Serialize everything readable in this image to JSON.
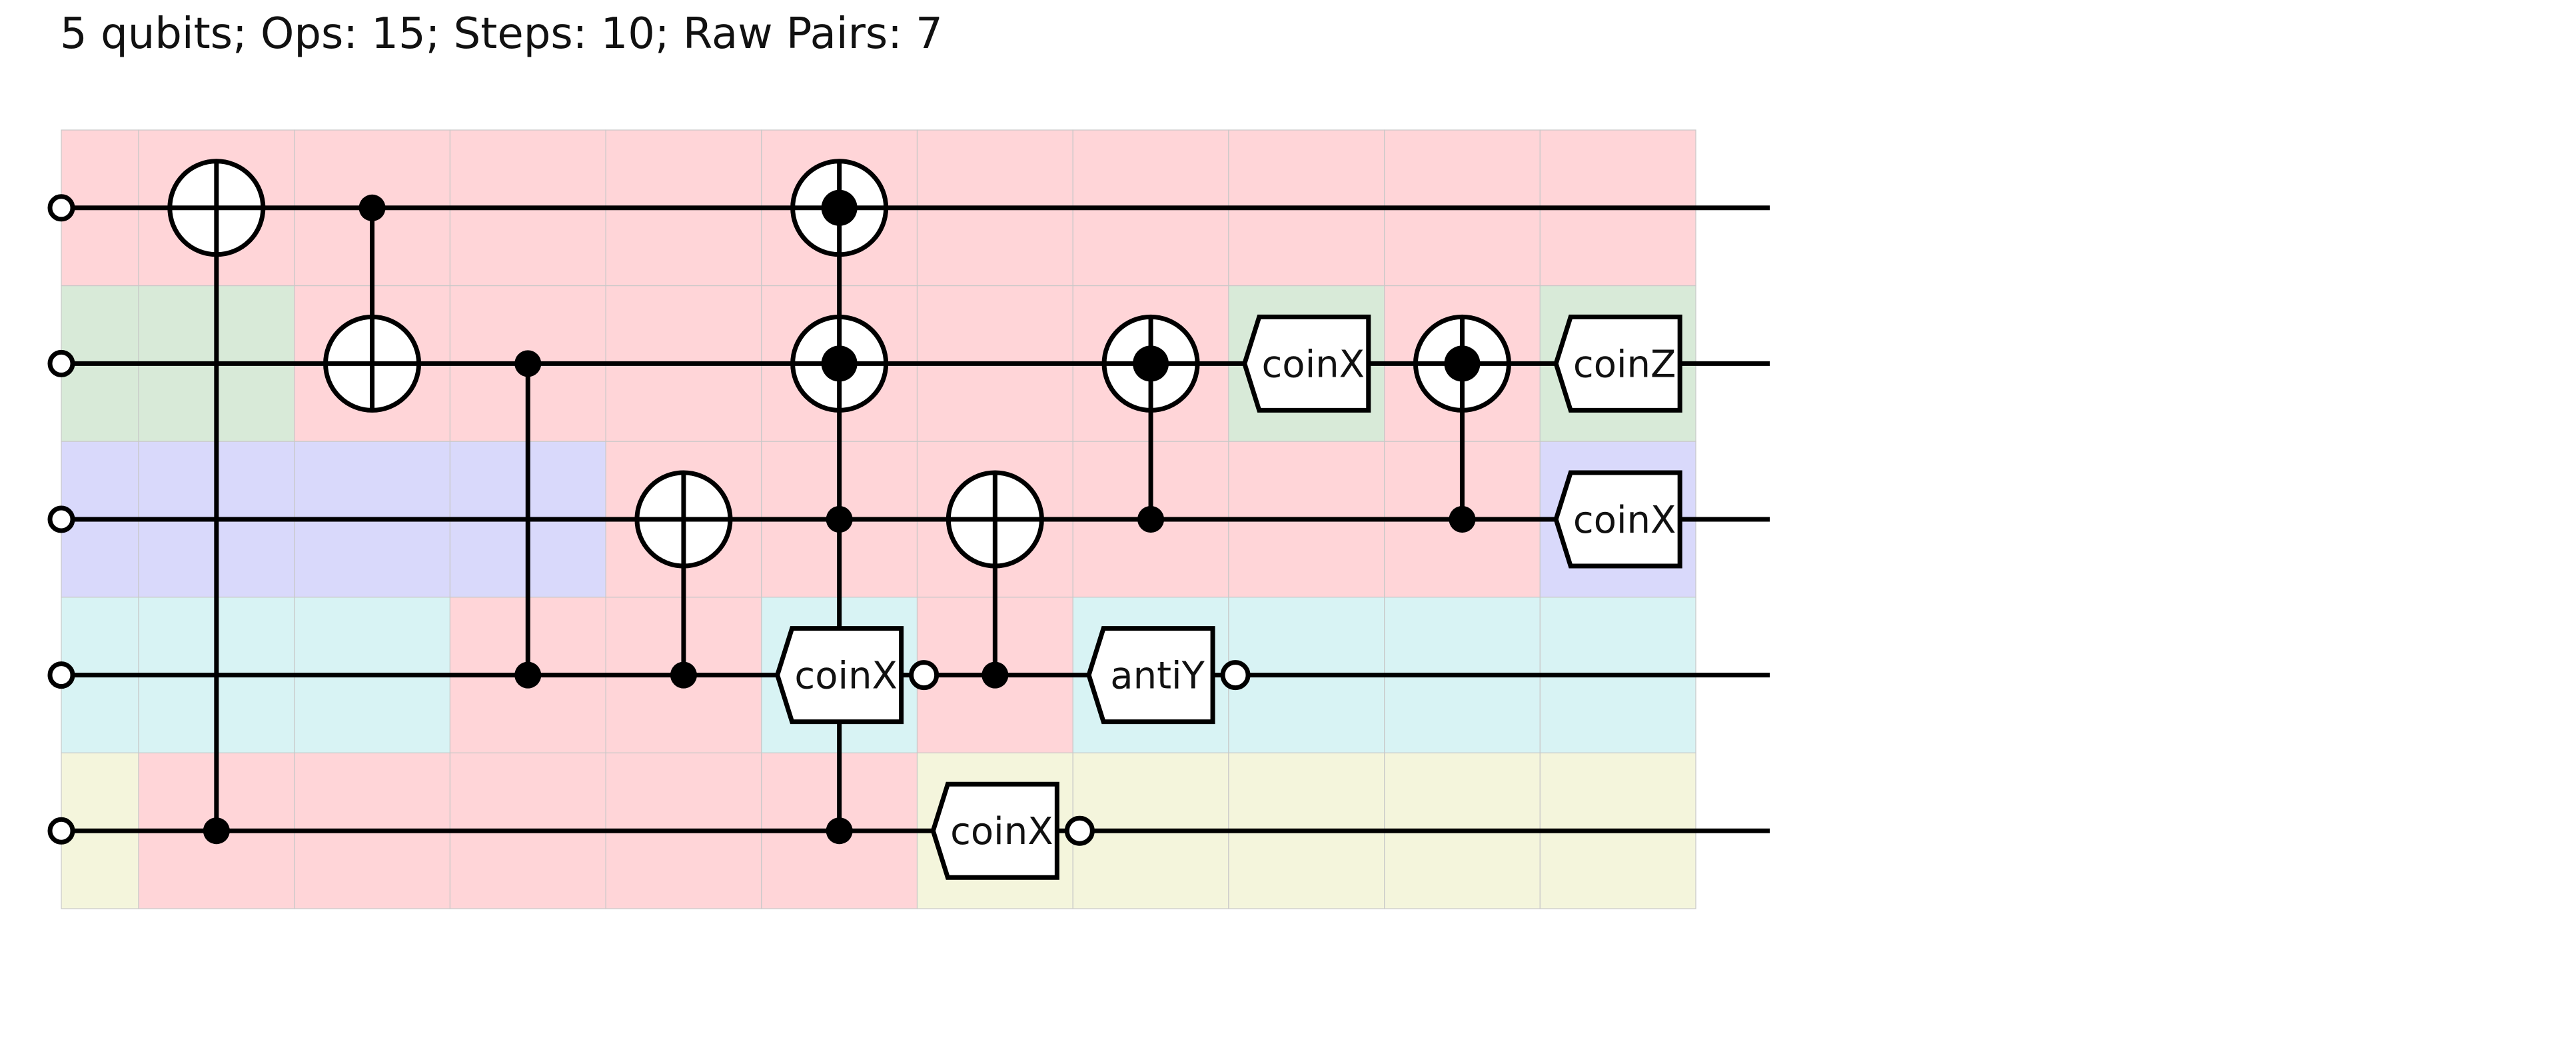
{
  "header": {
    "title": "5 qubits; Ops: 15; Steps: 10; Raw Pairs: 7"
  },
  "colors": {
    "red": "#ffd5d8",
    "green": "#d8ead8",
    "blue": "#d9d9fb",
    "cyan": "#d8f3f4",
    "yellow": "#f4f5dc",
    "grid": "#c8c8c8",
    "wire": "#000000"
  },
  "circuit": {
    "qubits": 5,
    "columns": 11,
    "backgrounds": [
      [
        "red",
        "red",
        "red",
        "red",
        "red",
        "red",
        "red",
        "red",
        "red",
        "red",
        "red"
      ],
      [
        "green",
        "green",
        "red",
        "red",
        "red",
        "red",
        "red",
        "red",
        "green",
        "red",
        "green"
      ],
      [
        "blue",
        "blue",
        "blue",
        "blue",
        "red",
        "red",
        "red",
        "red",
        "red",
        "red",
        "blue"
      ],
      [
        "cyan",
        "cyan",
        "cyan",
        "red",
        "red",
        "cyan",
        "red",
        "cyan",
        "cyan",
        "cyan",
        "cyan"
      ],
      [
        "yellow",
        "red",
        "red",
        "red",
        "red",
        "red",
        "yellow",
        "yellow",
        "yellow",
        "yellow",
        "yellow"
      ]
    ],
    "ops": [
      {
        "col": 1,
        "items": [
          {
            "q": 0,
            "t": "plus"
          },
          {
            "q": 4,
            "t": "dot"
          }
        ]
      },
      {
        "col": 2,
        "items": [
          {
            "q": 0,
            "t": "dot"
          },
          {
            "q": 1,
            "t": "plus"
          }
        ]
      },
      {
        "col": 3,
        "items": [
          {
            "q": 1,
            "t": "dot"
          },
          {
            "q": 3,
            "t": "dot"
          }
        ]
      },
      {
        "col": 4,
        "items": [
          {
            "q": 2,
            "t": "plus"
          },
          {
            "q": 3,
            "t": "dot"
          }
        ]
      },
      {
        "col": 5,
        "items": [
          {
            "q": 0,
            "t": "plusdot"
          },
          {
            "q": 1,
            "t": "plusdot"
          },
          {
            "q": 2,
            "t": "dot"
          },
          {
            "q": 3,
            "t": "box",
            "label": "coinX",
            "open": true
          },
          {
            "q": 4,
            "t": "dot"
          }
        ]
      },
      {
        "col": 6,
        "items": [
          {
            "q": 2,
            "t": "plus"
          },
          {
            "q": 3,
            "t": "dot"
          }
        ]
      },
      {
        "col": 6,
        "items": [
          {
            "q": 4,
            "t": "box",
            "label": "coinX",
            "open": true
          }
        ]
      },
      {
        "col": 7,
        "items": [
          {
            "q": 3,
            "t": "box",
            "label": "antiY",
            "open": true
          }
        ]
      },
      {
        "col": 7,
        "items": [
          {
            "q": 1,
            "t": "plusdot"
          },
          {
            "q": 2,
            "t": "dot"
          }
        ]
      },
      {
        "col": 8,
        "items": [
          {
            "q": 1,
            "t": "box",
            "label": "coinX",
            "open": false
          }
        ]
      },
      {
        "col": 9,
        "items": [
          {
            "q": 1,
            "t": "plusdot"
          },
          {
            "q": 2,
            "t": "dot"
          }
        ]
      },
      {
        "col": 10,
        "items": [
          {
            "q": 1,
            "t": "box",
            "label": "coinZ",
            "open": false
          }
        ]
      },
      {
        "col": 10,
        "items": [
          {
            "q": 2,
            "t": "box",
            "label": "coinX",
            "open": false
          }
        ]
      }
    ]
  }
}
